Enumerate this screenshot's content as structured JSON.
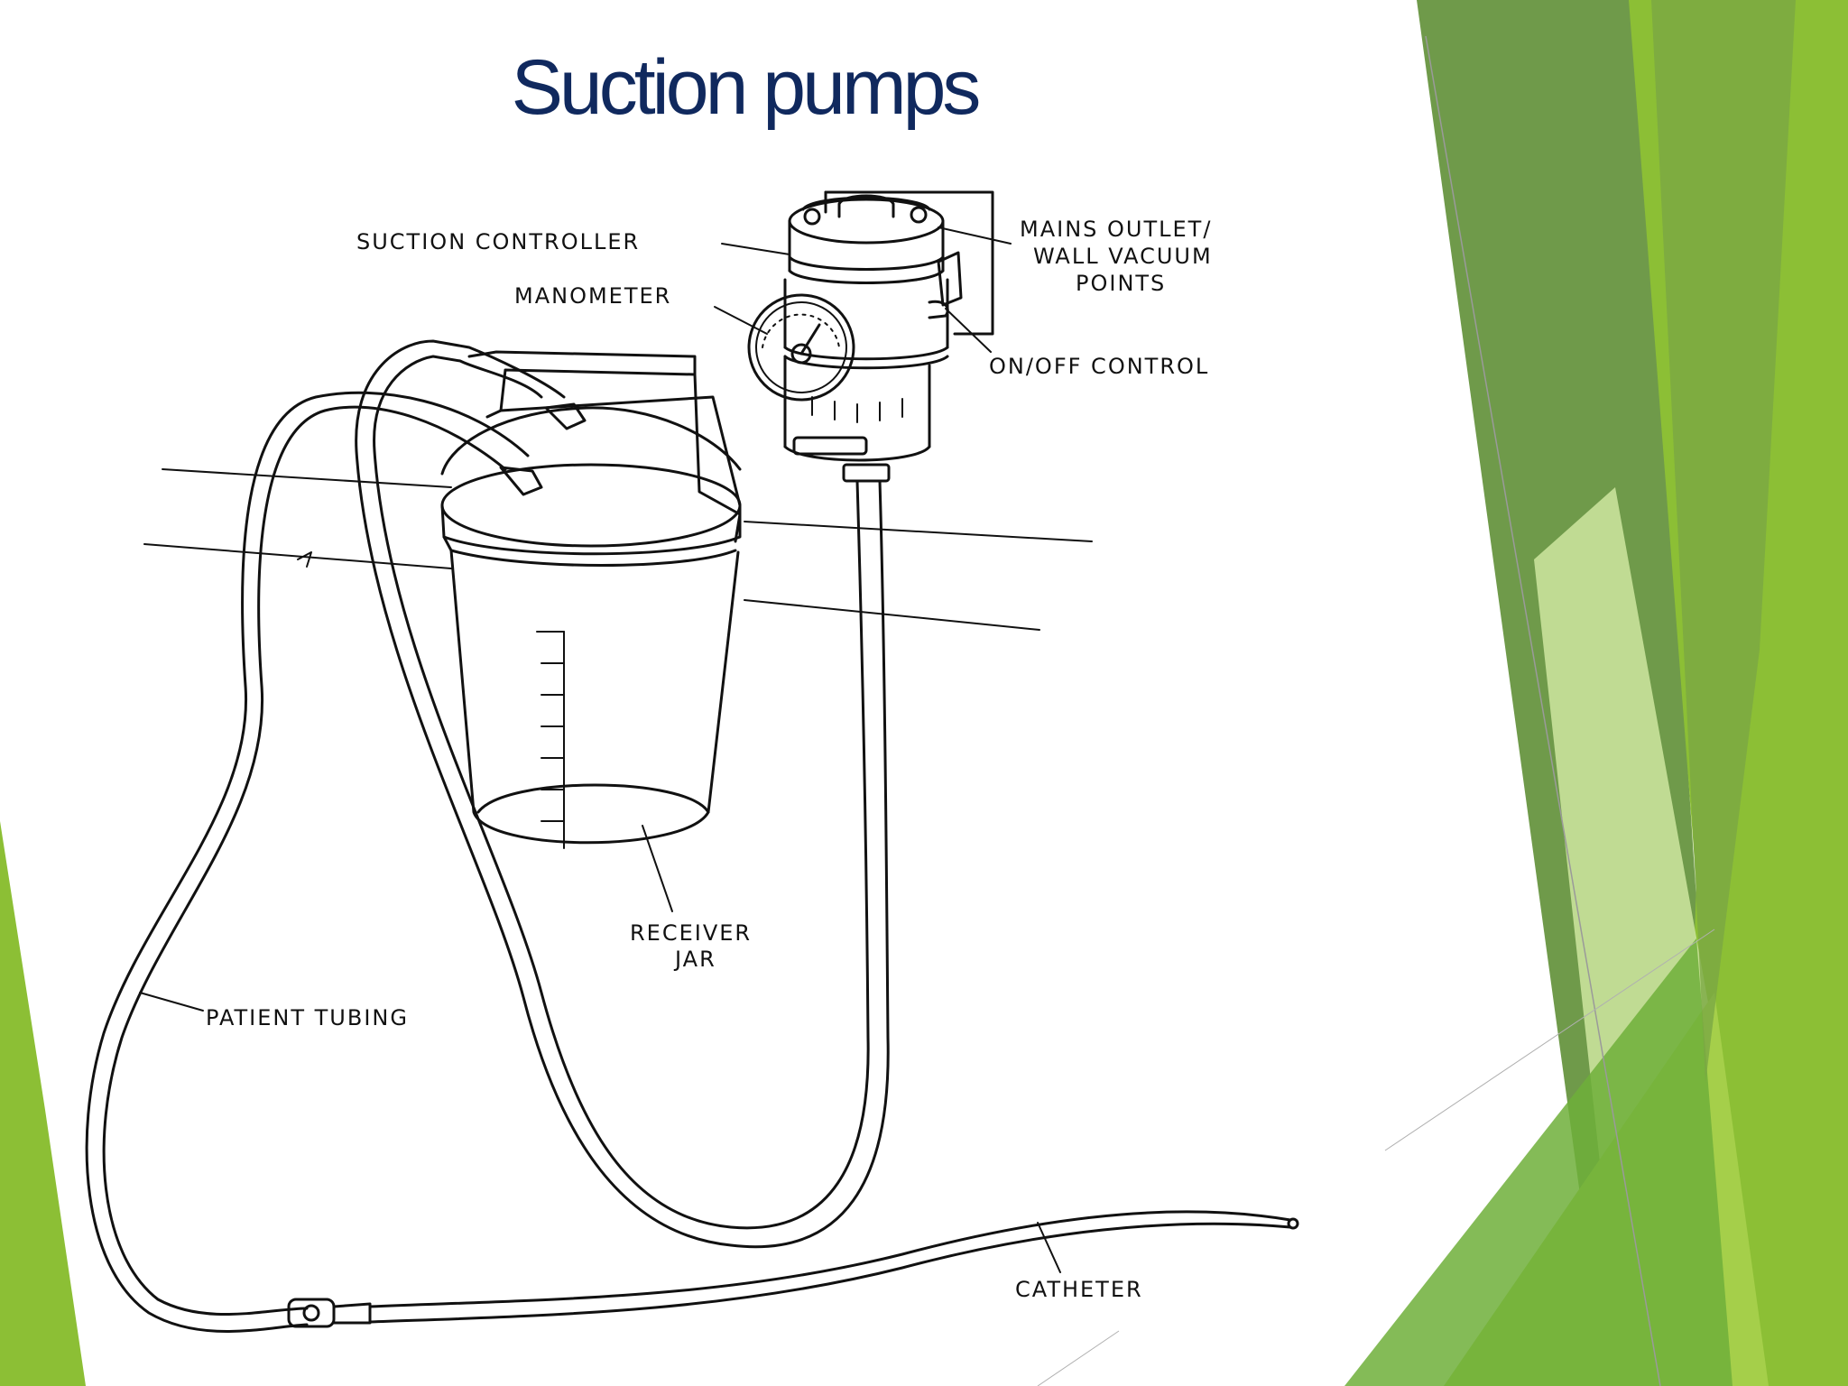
{
  "slide": {
    "title": "Suction pumps"
  },
  "diagram": {
    "labels": {
      "suction_controller": "SUCTION CONTROLLER",
      "mains_outlet_line1": "MAINS OUTLET/",
      "mains_outlet_line2": "WALL VACUUM",
      "mains_outlet_line3": "POINTS",
      "manometer": "MANOMETER",
      "on_off_control": "ON/OFF CONTROL",
      "receiver_jar_line1": "RECEIVER",
      "receiver_jar_line2": "JAR",
      "patient_tubing": "PATIENT TUBING",
      "catheter": "CATHETER"
    }
  },
  "theme": {
    "title_color": "#10295e",
    "accent_greens": [
      "#6f9a4a",
      "#8cbf35",
      "#a5cf4a",
      "#c9e29b",
      "#5f9a2e"
    ]
  }
}
